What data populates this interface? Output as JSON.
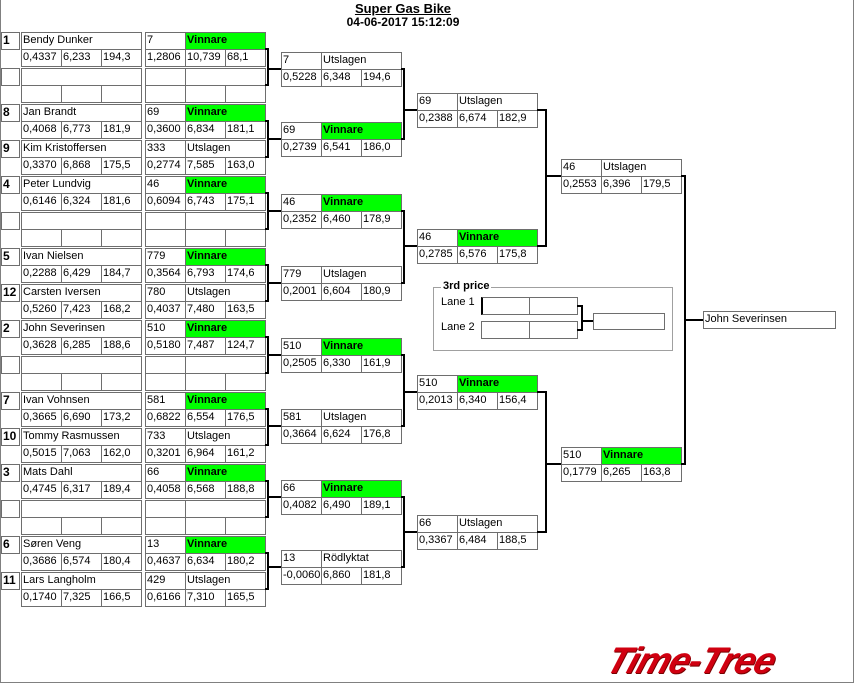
{
  "header": {
    "title": "Super Gas Bike",
    "datetime": "04-06-2017 15:12:09"
  },
  "colors": {
    "winner": "#00ff00",
    "line": "#000000",
    "logo": "#d00010"
  },
  "round1": [
    {
      "seed": "1",
      "name": "Bendy Dunker",
      "t1": [
        "0,4337",
        "6,233",
        "194,3"
      ],
      "bib": "7",
      "status": "Vinnare",
      "t2": [
        "1,2806",
        "10,739",
        "68,1"
      ]
    },
    {
      "seed": "",
      "name": "",
      "t1": [
        "",
        "",
        ""
      ],
      "bib": "",
      "status": "",
      "t2": [
        "",
        "",
        ""
      ]
    },
    {
      "seed": "8",
      "name": "Jan Brandt",
      "t1": [
        "0,4068",
        "6,773",
        "181,9"
      ],
      "bib": "69",
      "status": "Vinnare",
      "t2": [
        "0,3600",
        "6,834",
        "181,1"
      ]
    },
    {
      "seed": "9",
      "name": "Kim Kristoffersen",
      "t1": [
        "0,3370",
        "6,868",
        "175,5"
      ],
      "bib": "333",
      "status": "Utslagen",
      "t2": [
        "0,2774",
        "7,585",
        "163,0"
      ]
    },
    {
      "seed": "4",
      "name": "Peter Lundvig",
      "t1": [
        "0,6146",
        "6,324",
        "181,6"
      ],
      "bib": "46",
      "status": "Vinnare",
      "t2": [
        "0,6094",
        "6,743",
        "175,1"
      ]
    },
    {
      "seed": "",
      "name": "",
      "t1": [
        "",
        "",
        ""
      ],
      "bib": "",
      "status": "",
      "t2": [
        "",
        "",
        ""
      ]
    },
    {
      "seed": "5",
      "name": "Ivan Nielsen",
      "t1": [
        "0,2288",
        "6,429",
        "184,7"
      ],
      "bib": "779",
      "status": "Vinnare",
      "t2": [
        "0,3564",
        "6,793",
        "174,6"
      ]
    },
    {
      "seed": "12",
      "name": "Carsten Iversen",
      "t1": [
        "0,5260",
        "7,423",
        "168,2"
      ],
      "bib": "780",
      "status": "Utslagen",
      "t2": [
        "0,4037",
        "7,480",
        "163,5"
      ]
    },
    {
      "seed": "2",
      "name": "John Severinsen",
      "t1": [
        "0,3628",
        "6,285",
        "188,6"
      ],
      "bib": "510",
      "status": "Vinnare",
      "t2": [
        "0,5180",
        "7,487",
        "124,7"
      ]
    },
    {
      "seed": "",
      "name": "",
      "t1": [
        "",
        "",
        ""
      ],
      "bib": "",
      "status": "",
      "t2": [
        "",
        "",
        ""
      ]
    },
    {
      "seed": "7",
      "name": "Ivan Vohnsen",
      "t1": [
        "0,3665",
        "6,690",
        "173,2"
      ],
      "bib": "581",
      "status": "Vinnare",
      "t2": [
        "0,6822",
        "6,554",
        "176,5"
      ]
    },
    {
      "seed": "10",
      "name": "Tommy Rasmussen",
      "t1": [
        "0,5015",
        "7,063",
        "162,0"
      ],
      "bib": "733",
      "status": "Utslagen",
      "t2": [
        "0,3201",
        "6,964",
        "161,2"
      ]
    },
    {
      "seed": "3",
      "name": "Mats Dahl",
      "t1": [
        "0,4745",
        "6,317",
        "189,4"
      ],
      "bib": "66",
      "status": "Vinnare",
      "t2": [
        "0,4058",
        "6,568",
        "188,8"
      ]
    },
    {
      "seed": "",
      "name": "",
      "t1": [
        "",
        "",
        ""
      ],
      "bib": "",
      "status": "",
      "t2": [
        "",
        "",
        ""
      ]
    },
    {
      "seed": "6",
      "name": "Søren Veng",
      "t1": [
        "0,3686",
        "6,574",
        "180,4"
      ],
      "bib": "13",
      "status": "Vinnare",
      "t2": [
        "0,4637",
        "6,634",
        "180,2"
      ]
    },
    {
      "seed": "11",
      "name": "Lars Langholm",
      "t1": [
        "0,1740",
        "7,325",
        "166,5"
      ],
      "bib": "429",
      "status": "Utslagen",
      "t2": [
        "0,6166",
        "7,310",
        "165,5"
      ]
    }
  ],
  "round2": [
    {
      "bib": "7",
      "status": "Utslagen",
      "t": [
        "0,5228",
        "6,348",
        "194,6"
      ]
    },
    {
      "bib": "69",
      "status": "Vinnare",
      "t": [
        "0,2739",
        "6,541",
        "186,0"
      ]
    },
    {
      "bib": "46",
      "status": "Vinnare",
      "t": [
        "0,2352",
        "6,460",
        "178,9"
      ]
    },
    {
      "bib": "779",
      "status": "Utslagen",
      "t": [
        "0,2001",
        "6,604",
        "180,9"
      ]
    },
    {
      "bib": "510",
      "status": "Vinnare",
      "t": [
        "0,2505",
        "6,330",
        "161,9"
      ]
    },
    {
      "bib": "581",
      "status": "Utslagen",
      "t": [
        "0,3664",
        "6,624",
        "176,8"
      ]
    },
    {
      "bib": "66",
      "status": "Vinnare",
      "t": [
        "0,4082",
        "6,490",
        "189,1"
      ]
    },
    {
      "bib": "13",
      "status": "Rödlyktat",
      "t": [
        "-0,0060",
        "6,860",
        "181,8"
      ]
    }
  ],
  "round3": [
    {
      "bib": "69",
      "status": "Utslagen",
      "t": [
        "0,2388",
        "6,674",
        "182,9"
      ]
    },
    {
      "bib": "46",
      "status": "Vinnare",
      "t": [
        "0,2785",
        "6,576",
        "175,8"
      ]
    },
    {
      "bib": "510",
      "status": "Vinnare",
      "t": [
        "0,2013",
        "6,340",
        "156,4"
      ]
    },
    {
      "bib": "66",
      "status": "Utslagen",
      "t": [
        "0,3367",
        "6,484",
        "188,5"
      ]
    }
  ],
  "round4": [
    {
      "bib": "46",
      "status": "Utslagen",
      "t": [
        "0,2553",
        "6,396",
        "179,5"
      ]
    },
    {
      "bib": "510",
      "status": "Vinnare",
      "t": [
        "0,1779",
        "6,265",
        "163,8"
      ]
    }
  ],
  "final": {
    "name": "John Severinsen"
  },
  "third_price": {
    "title": "3rd price",
    "lane1_label": "Lane 1",
    "lane2_label": "Lane 2",
    "lane1": [
      "",
      ""
    ],
    "lane2": [
      "",
      ""
    ],
    "result": ""
  },
  "logo": {
    "text": "Time-Tree"
  }
}
